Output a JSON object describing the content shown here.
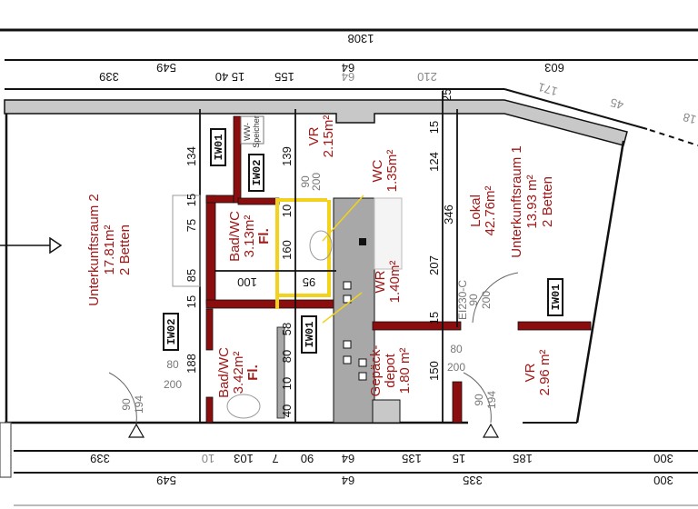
{
  "colors": {
    "wall": "#c8c8c8",
    "structural_wall": "#8b0d0d",
    "highlight": "#f2d21c",
    "room_text": "#a01818",
    "core": "#a8a8a8"
  },
  "dimensions": {
    "top_total": "1308",
    "top_row1": [
      "549",
      "64",
      "603"
    ],
    "top_row2": [
      "339",
      "15 40",
      "155",
      "64",
      "210"
    ],
    "top_vertical": "25",
    "slanted": [
      "171",
      "45",
      "18"
    ],
    "bottom_row1": [
      "339",
      "10",
      "103",
      "7",
      "90",
      "64",
      "135",
      "15",
      "185",
      "300"
    ],
    "bottom_row2": [
      "549",
      "64",
      "335",
      "300"
    ],
    "inner_vertical_left": [
      "134",
      "15",
      "75",
      "85",
      "15",
      "188"
    ],
    "inner_vertical_mid": [
      "139",
      "10",
      "160",
      "58",
      "80",
      "10",
      "40"
    ],
    "inner_horizontal": [
      "100",
      "95"
    ],
    "inner_vertical_right": [
      "15",
      "124",
      "346",
      "207",
      "15",
      "150"
    ]
  },
  "rooms": [
    {
      "name": "Unterkunftsraum 2",
      "area": "17.81m²",
      "beds": "2 Betten"
    },
    {
      "name": "Bad/WC",
      "area": "3.13m²",
      "floor": "Fl."
    },
    {
      "name": "Bad/WC",
      "area": "3.42m²",
      "floor": "Fl."
    },
    {
      "name": "VR",
      "area": "2.15m²"
    },
    {
      "name": "WC",
      "area": "1.35m²"
    },
    {
      "name": "WR",
      "area": "1.40m²"
    },
    {
      "name": "Gepäck-",
      "name2": "depot",
      "area": "1.80 m²"
    },
    {
      "name": "Lokal",
      "area": "42.76m²"
    },
    {
      "name": "Unterkunftsraum 1",
      "area": "13.93 m²",
      "beds": "2 Betten"
    },
    {
      "name": "VR",
      "area": "2.96 m²"
    }
  ],
  "wall_tags": [
    "IW01",
    "IW02",
    "IW02",
    "IW01",
    "IW01"
  ],
  "boiler_label": [
    "WW-",
    "Speicher"
  ],
  "doors": [
    {
      "width": "90",
      "height": "194"
    },
    {
      "width": "80",
      "height": "200"
    },
    {
      "width": "90",
      "height": "200"
    },
    {
      "width": "90",
      "height": "200",
      "rating": "EI230-C"
    },
    {
      "width": "80",
      "height": "200"
    },
    {
      "width": "90",
      "height": "194"
    }
  ]
}
